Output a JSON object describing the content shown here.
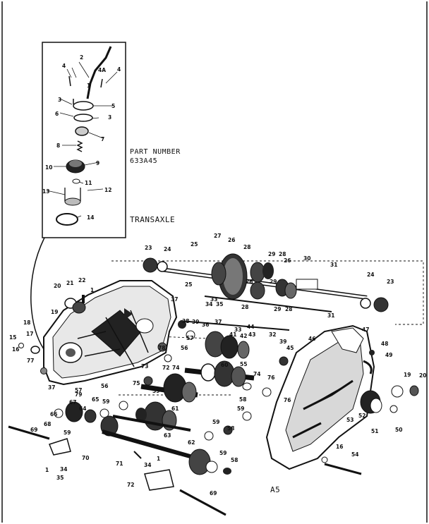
{
  "part_number_label": "PART NUMBER",
  "part_number_value": "633A45",
  "assembly_title": "TRANSAXLE",
  "page_code": "A5",
  "callouts": [
    "1",
    "2",
    "3",
    "4",
    "4A",
    "5",
    "6",
    "7",
    "8",
    "9",
    "10",
    "11",
    "12",
    "13",
    "14",
    "15",
    "16",
    "17",
    "18",
    "19",
    "20",
    "21",
    "22",
    "23",
    "24",
    "25",
    "26",
    "27",
    "28",
    "29",
    "30",
    "31",
    "32",
    "33",
    "34",
    "35",
    "36",
    "37",
    "38",
    "39",
    "40",
    "41",
    "42",
    "43",
    "44",
    "45",
    "46",
    "47",
    "48",
    "49",
    "50",
    "51",
    "52",
    "53",
    "54",
    "55",
    "56",
    "57",
    "58",
    "59",
    "60",
    "61",
    "62",
    "63",
    "64",
    "65",
    "66",
    "67",
    "68",
    "69",
    "70",
    "71",
    "72",
    "73",
    "74",
    "75",
    "76",
    "77",
    "78",
    "79"
  ]
}
